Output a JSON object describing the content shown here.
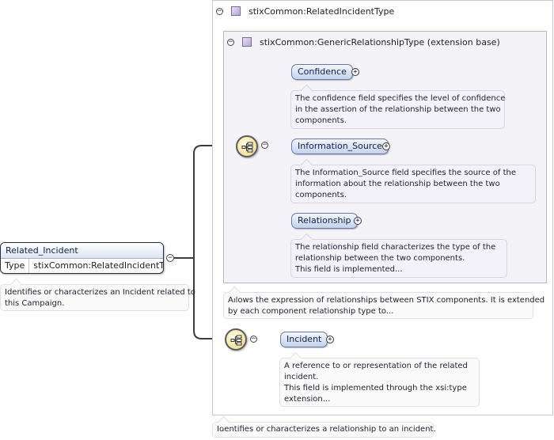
{
  "root_element": {
    "name": "Related_Incident",
    "type_label": "Type",
    "type_value": "stixCommon:RelatedIncidentType",
    "documentation": [
      "Identifies or characterizes an Incident related to",
      "this Campaign."
    ]
  },
  "outer_type": {
    "name": "stixCommon:RelatedIncidentType"
  },
  "base_type": {
    "name": "stixCommon:GenericRelationshipType (extension base)"
  },
  "children": [
    {
      "name": "Confidence",
      "documentation": [
        "The confidence field specifies the level of confidence",
        "in the assertion of the relationship between the two",
        "components."
      ]
    },
    {
      "name": "Information_Source",
      "documentation": [
        "The Information_Source field specifies the source of the",
        "information about the relationship between the two",
        "components."
      ]
    },
    {
      "name": "Relationship",
      "documentation": [
        "The relationship field characterizes the type of the",
        "relationship between the two components.",
        "This field is implemented..."
      ]
    }
  ],
  "base_type_documentation": [
    "Allows the expression of relationships between STIX components. It is extended",
    "by each component relationship type to..."
  ],
  "incident": {
    "name": "Incident",
    "documentation": [
      "A reference to or representation of the related",
      "incident.",
      "This field is implemented through the xsi:type",
      "extension..."
    ]
  },
  "outer_type_documentation": [
    "Identifies or characterizes a relationship to an incident."
  ],
  "symbols": {
    "collapse": "−",
    "expand": "+"
  },
  "colors": {
    "connector": "#3c3c3c",
    "element_fill": "#c4d2ec",
    "compositor_fill": "#f0e39a",
    "type_square": "#b7a6d4"
  }
}
